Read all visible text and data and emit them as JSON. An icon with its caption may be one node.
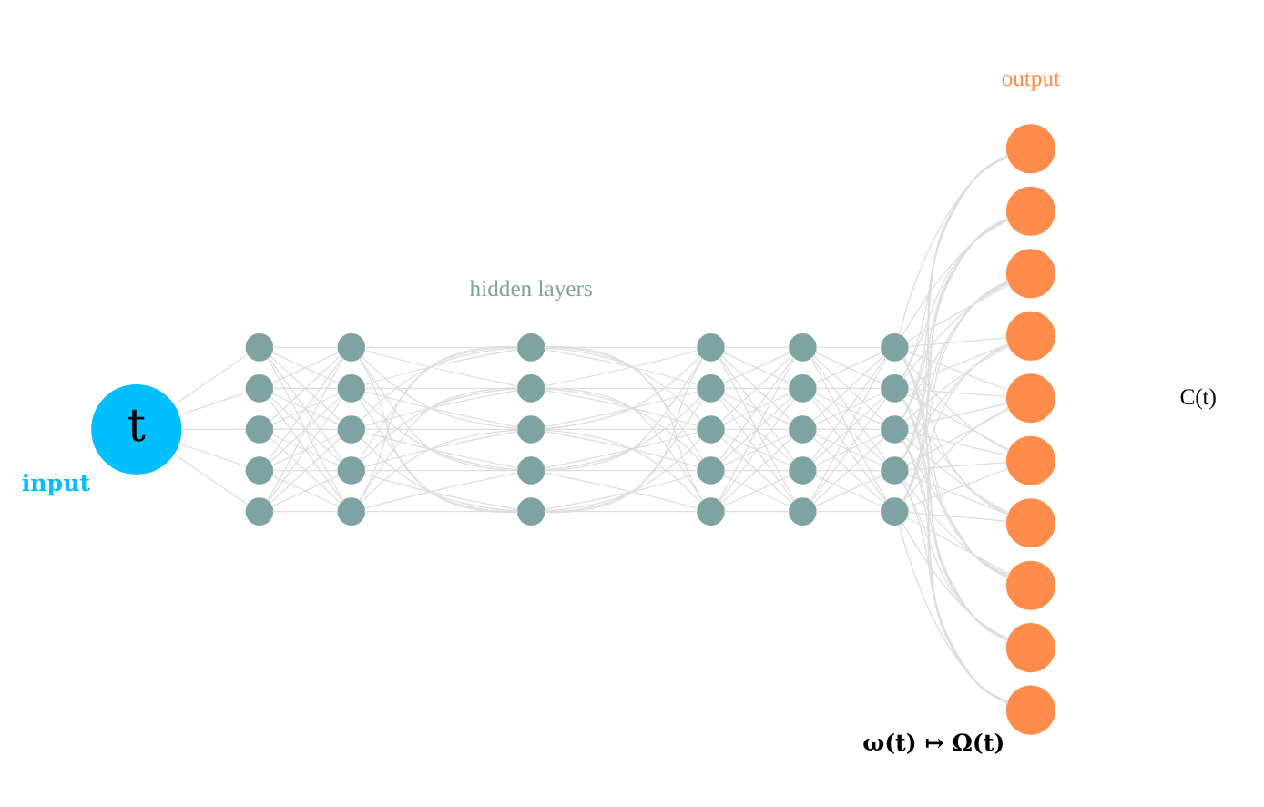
{
  "diagram": {
    "nodes": [
      {
        "text": [
          "t"
        ],
        "beside": [
          "input"
        ]
      },
      {
        "text": [],
        "shape": "circle"
      },
      {
        "text": [],
        "shape": "circle"
      },
      {
        "text": [],
        "shape": "circle"
      },
      {
        "text": [],
        "shape": "circle"
      },
      {
        "text": [],
        "shape": "circle"
      },
      {
        "text": [],
        "shape": "circle"
      },
      {
        "text": [],
        "shape": "circle"
      },
      {
        "text": [],
        "shape": "circle"
      },
      {
        "text": [],
        "shape": "circle"
      },
      {
        "text": [],
        "shape": "circle"
      },
      {
        "text": [],
        "shape": "circle"
      },
      {
        "text": [],
        "shape": "circle"
      },
      {
        "text": [],
        "shape": "circle"
      },
      {
        "text": [],
        "shape": "circle"
      },
      {
        "text": [],
        "shape": "circle"
      },
      {
        "text": [],
        "shape": "circle"
      },
      {
        "text": [],
        "shape": "circle"
      },
      {
        "text": [],
        "shape": "circle"
      },
      {
        "text": [],
        "shape": "circle"
      },
      {
        "text": [],
        "shape": "circle"
      },
      {
        "text": [],
        "shape": "circle"
      },
      {
        "text": [],
        "shape": "circle"
      },
      {
        "text": [],
        "shape": "circle"
      },
      {
        "text": [],
        "shape": "circle"
      },
      {
        "text": [],
        "shape": "circle"
      },
      {
        "text": [],
        "shape": "circle"
      },
      {
        "text": [],
        "shape": "circle"
      },
      {
        "text": [],
        "shape": "circle"
      },
      {
        "text": [],
        "shape": "circle"
      },
      {
        "text": [],
        "shape": "circle"
      },
      {
        "text": [],
        "shape": "circle"
      },
      {
        "text": [],
        "shape": "circle"
      },
      {
        "text": [],
        "shape": "circle"
      },
      {
        "text": [],
        "shape": "circle"
      },
      {
        "text": [],
        "shape": "circle"
      },
      {
        "text": [],
        "shape": "circle"
      },
      {
        "text": [],
        "shape": "circle"
      },
      {
        "text": [],
        "shape": "circle"
      },
      {
        "text": [],
        "shape": "circle"
      },
      {
        "text": [],
        "shape": "circle",
        "beside": [
          "ω(t) ↦ Ω(t)"
        ]
      }
    ],
    "edges": [
      {
        "from": 0,
        "to": 1,
        "arrow": "none"
      },
      {
        "from": 0,
        "to": 2,
        "arrow": "none"
      },
      {
        "from": 0,
        "to": 3,
        "arrow": "none"
      },
      {
        "from": 0,
        "to": 4,
        "arrow": "none"
      },
      {
        "from": 0,
        "to": 5,
        "arrow": "none"
      },
      {
        "from": 1,
        "to": 6,
        "arrow": "none"
      },
      {
        "from": 1,
        "to": 7,
        "arrow": "none"
      },
      {
        "from": 1,
        "to": 8,
        "arrow": "none"
      },
      {
        "from": 1,
        "to": 9,
        "arrow": "none"
      },
      {
        "from": 1,
        "to": 10,
        "arrow": "none"
      },
      {
        "from": 2,
        "to": 6,
        "arrow": "none"
      },
      {
        "from": 2,
        "to": 7,
        "arrow": "none"
      },
      {
        "from": 2,
        "to": 8,
        "arrow": "none"
      },
      {
        "from": 2,
        "to": 9,
        "arrow": "none"
      },
      {
        "from": 2,
        "to": 10,
        "arrow": "none"
      },
      {
        "from": 3,
        "to": 6,
        "arrow": "none"
      },
      {
        "from": 3,
        "to": 7,
        "arrow": "none"
      },
      {
        "from": 3,
        "to": 8,
        "arrow": "none"
      },
      {
        "from": 3,
        "to": 9,
        "arrow": "none"
      },
      {
        "from": 3,
        "to": 10,
        "arrow": "none"
      },
      {
        "from": 4,
        "to": 6,
        "arrow": "none"
      },
      {
        "from": 4,
        "to": 7,
        "arrow": "none"
      },
      {
        "from": 4,
        "to": 8,
        "arrow": "none"
      },
      {
        "from": 4,
        "to": 9,
        "arrow": "none"
      },
      {
        "from": 4,
        "to": 10,
        "arrow": "none"
      },
      {
        "from": 5,
        "to": 6,
        "arrow": "none"
      },
      {
        "from": 5,
        "to": 7,
        "arrow": "none"
      },
      {
        "from": 5,
        "to": 8,
        "arrow": "none"
      },
      {
        "from": 5,
        "to": 9,
        "arrow": "none"
      },
      {
        "from": 5,
        "to": 10,
        "arrow": "none"
      },
      {
        "from": 6,
        "to": 11,
        "arrow": "none"
      },
      {
        "from": 6,
        "to": 12,
        "arrow": "none"
      },
      {
        "from": 6,
        "to": 13,
        "arrow": "none"
      },
      {
        "from": 6,
        "to": 14,
        "arrow": "none"
      },
      {
        "from": 6,
        "to": 15,
        "arrow": "none"
      },
      {
        "from": 7,
        "to": 11,
        "arrow": "none"
      },
      {
        "from": 7,
        "to": 12,
        "arrow": "none"
      },
      {
        "from": 7,
        "to": 13,
        "arrow": "none"
      },
      {
        "from": 7,
        "to": 14,
        "arrow": "none"
      },
      {
        "from": 7,
        "to": 15,
        "arrow": "none"
      },
      {
        "from": 8,
        "to": 11,
        "arrow": "none"
      },
      {
        "from": 8,
        "to": 12,
        "arrow": "none"
      },
      {
        "from": 8,
        "to": 13,
        "arrow": "none"
      },
      {
        "from": 8,
        "to": 14,
        "arrow": "none"
      },
      {
        "from": 8,
        "to": 15,
        "arrow": "none"
      },
      {
        "from": 9,
        "to": 11,
        "arrow": "none"
      },
      {
        "from": 9,
        "to": 12,
        "arrow": "none"
      },
      {
        "from": 9,
        "to": 13,
        "arrow": "none"
      },
      {
        "from": 9,
        "to": 14,
        "arrow": "none"
      },
      {
        "from": 9,
        "to": 15,
        "arrow": "none"
      },
      {
        "from": 10,
        "to": 11,
        "arrow": "none"
      },
      {
        "from": 10,
        "to": 12,
        "arrow": "none"
      },
      {
        "from": 10,
        "to": 13,
        "arrow": "none"
      },
      {
        "from": 10,
        "to": 14,
        "arrow": "none"
      },
      {
        "from": 10,
        "to": 15,
        "arrow": "none"
      },
      {
        "from": 11,
        "to": 16,
        "arrow": "none"
      },
      {
        "from": 11,
        "to": 17,
        "arrow": "none"
      },
      {
        "from": 11,
        "to": 18,
        "arrow": "none"
      },
      {
        "from": 11,
        "to": 19,
        "arrow": "none"
      },
      {
        "from": 11,
        "to": 20,
        "arrow": "none"
      },
      {
        "from": 12,
        "to": 16,
        "arrow": "none"
      },
      {
        "from": 12,
        "to": 17,
        "arrow": "none"
      },
      {
        "from": 12,
        "to": 18,
        "arrow": "none"
      },
      {
        "from": 12,
        "to": 19,
        "arrow": "none"
      },
      {
        "from": 12,
        "to": 20,
        "arrow": "none"
      },
      {
        "from": 13,
        "to": 16,
        "arrow": "none"
      },
      {
        "from": 13,
        "to": 17,
        "arrow": "none"
      },
      {
        "from": 13,
        "to": 18,
        "arrow": "none"
      },
      {
        "from": 13,
        "to": 19,
        "arrow": "none"
      },
      {
        "from": 13,
        "to": 20,
        "arrow": "none"
      },
      {
        "from": 14,
        "to": 16,
        "arrow": "none"
      },
      {
        "from": 14,
        "to": 17,
        "arrow": "none"
      },
      {
        "from": 14,
        "to": 18,
        "arrow": "none"
      },
      {
        "from": 14,
        "to": 19,
        "arrow": "none"
      },
      {
        "from": 14,
        "to": 20,
        "arrow": "none"
      },
      {
        "from": 15,
        "to": 16,
        "arrow": "none"
      },
      {
        "from": 15,
        "to": 17,
        "arrow": "none"
      },
      {
        "from": 15,
        "to": 18,
        "arrow": "none"
      },
      {
        "from": 15,
        "to": 19,
        "arrow": "none"
      },
      {
        "from": 15,
        "to": 20,
        "arrow": "none"
      },
      {
        "from": 16,
        "to": 21,
        "arrow": "none"
      },
      {
        "from": 16,
        "to": 22,
        "arrow": "none"
      },
      {
        "from": 16,
        "to": 23,
        "arrow": "none"
      },
      {
        "from": 16,
        "to": 24,
        "arrow": "none"
      },
      {
        "from": 16,
        "to": 25,
        "arrow": "none"
      },
      {
        "from": 17,
        "to": 21,
        "arrow": "none"
      },
      {
        "from": 17,
        "to": 22,
        "arrow": "none"
      },
      {
        "from": 17,
        "to": 23,
        "arrow": "none"
      },
      {
        "from": 17,
        "to": 24,
        "arrow": "none"
      },
      {
        "from": 17,
        "to": 25,
        "arrow": "none"
      },
      {
        "from": 18,
        "to": 21,
        "arrow": "none"
      },
      {
        "from": 18,
        "to": 22,
        "arrow": "none"
      },
      {
        "from": 18,
        "to": 23,
        "arrow": "none"
      },
      {
        "from": 18,
        "to": 24,
        "arrow": "none"
      },
      {
        "from": 18,
        "to": 25,
        "arrow": "none"
      },
      {
        "from": 19,
        "to": 21,
        "arrow": "none"
      },
      {
        "from": 19,
        "to": 22,
        "arrow": "none"
      },
      {
        "from": 19,
        "to": 23,
        "arrow": "none"
      },
      {
        "from": 19,
        "to": 24,
        "arrow": "none"
      },
      {
        "from": 19,
        "to": 25,
        "arrow": "none"
      },
      {
        "from": 20,
        "to": 21,
        "arrow": "none"
      },
      {
        "from": 20,
        "to": 22,
        "arrow": "none"
      },
      {
        "from": 20,
        "to": 23,
        "arrow": "none"
      },
      {
        "from": 20,
        "to": 24,
        "arrow": "none"
      },
      {
        "from": 20,
        "to": 25,
        "arrow": "none"
      },
      {
        "from": 21,
        "to": 26,
        "arrow": "none"
      },
      {
        "from": 21,
        "to": 27,
        "arrow": "none"
      },
      {
        "from": 21,
        "to": 28,
        "arrow": "none"
      },
      {
        "from": 21,
        "to": 29,
        "arrow": "none"
      },
      {
        "from": 21,
        "to": 30,
        "arrow": "none"
      },
      {
        "from": 22,
        "to": 26,
        "arrow": "none"
      },
      {
        "from": 22,
        "to": 27,
        "arrow": "none"
      },
      {
        "from": 22,
        "to": 28,
        "arrow": "none"
      },
      {
        "from": 22,
        "to": 29,
        "arrow": "none"
      },
      {
        "from": 22,
        "to": 30,
        "arrow": "none"
      },
      {
        "from": 23,
        "to": 26,
        "arrow": "none"
      },
      {
        "from": 23,
        "to": 27,
        "arrow": "none"
      },
      {
        "from": 23,
        "to": 28,
        "arrow": "none"
      },
      {
        "from": 23,
        "to": 29,
        "arrow": "none"
      },
      {
        "from": 23,
        "to": 30,
        "arrow": "none"
      },
      {
        "from": 24,
        "to": 26,
        "arrow": "none"
      },
      {
        "from": 24,
        "to": 27,
        "arrow": "none"
      },
      {
        "from": 24,
        "to": 28,
        "arrow": "none"
      },
      {
        "from": 24,
        "to": 29,
        "arrow": "none"
      },
      {
        "from": 24,
        "to": 30,
        "arrow": "none"
      },
      {
        "from": 25,
        "to": 26,
        "arrow": "none"
      },
      {
        "from": 25,
        "to": 27,
        "arrow": "none"
      },
      {
        "from": 25,
        "to": 28,
        "arrow": "none"
      },
      {
        "from": 25,
        "to": 29,
        "arrow": "none"
      },
      {
        "from": 25,
        "to": 30,
        "arrow": "none"
      },
      {
        "from": 26,
        "to": 31,
        "arrow": "none"
      },
      {
        "from": 26,
        "to": 32,
        "arrow": "none"
      },
      {
        "from": 26,
        "to": 33,
        "arrow": "none"
      },
      {
        "from": 26,
        "to": 34,
        "arrow": "none"
      },
      {
        "from": 26,
        "to": 35,
        "arrow": "none"
      },
      {
        "from": 26,
        "to": 36,
        "arrow": "none"
      },
      {
        "from": 26,
        "to": 37,
        "arrow": "none"
      },
      {
        "from": 26,
        "to": 38,
        "arrow": "none"
      },
      {
        "from": 26,
        "to": 39,
        "arrow": "none"
      },
      {
        "from": 26,
        "to": 40,
        "arrow": "none"
      },
      {
        "from": 27,
        "to": 31,
        "arrow": "none"
      },
      {
        "from": 27,
        "to": 32,
        "arrow": "none"
      },
      {
        "from": 27,
        "to": 33,
        "arrow": "none"
      },
      {
        "from": 27,
        "to": 34,
        "arrow": "none"
      },
      {
        "from": 27,
        "to": 35,
        "arrow": "none"
      },
      {
        "from": 27,
        "to": 36,
        "arrow": "none"
      },
      {
        "from": 27,
        "to": 37,
        "arrow": "none"
      },
      {
        "from": 27,
        "to": 38,
        "arrow": "none"
      },
      {
        "from": 27,
        "to": 39,
        "arrow": "none"
      },
      {
        "from": 27,
        "to": 40,
        "arrow": "none"
      },
      {
        "from": 28,
        "to": 31,
        "arrow": "none"
      },
      {
        "from": 28,
        "to": 32,
        "arrow": "none"
      },
      {
        "from": 28,
        "to": 33,
        "arrow": "none"
      },
      {
        "from": 28,
        "to": 34,
        "arrow": "none"
      },
      {
        "from": 28,
        "to": 35,
        "arrow": "none"
      },
      {
        "from": 28,
        "to": 36,
        "arrow": "none"
      },
      {
        "from": 28,
        "to": 37,
        "arrow": "none"
      },
      {
        "from": 28,
        "to": 38,
        "arrow": "none"
      },
      {
        "from": 28,
        "to": 39,
        "arrow": "none"
      },
      {
        "from": 28,
        "to": 40,
        "arrow": "none"
      },
      {
        "from": 29,
        "to": 31,
        "arrow": "none"
      },
      {
        "from": 29,
        "to": 32,
        "arrow": "none"
      },
      {
        "from": 29,
        "to": 33,
        "arrow": "none"
      },
      {
        "from": 29,
        "to": 34,
        "arrow": "none"
      },
      {
        "from": 29,
        "to": 35,
        "arrow": "none"
      },
      {
        "from": 29,
        "to": 36,
        "arrow": "none"
      },
      {
        "from": 29,
        "to": 37,
        "arrow": "none"
      },
      {
        "from": 29,
        "to": 38,
        "arrow": "none"
      },
      {
        "from": 29,
        "to": 39,
        "arrow": "none"
      },
      {
        "from": 29,
        "to": 40,
        "arrow": "none"
      },
      {
        "from": 30,
        "to": 31,
        "arrow": "none"
      },
      {
        "from": 30,
        "to": 32,
        "arrow": "none"
      },
      {
        "from": 30,
        "to": 33,
        "arrow": "none"
      },
      {
        "from": 30,
        "to": 34,
        "arrow": "none"
      },
      {
        "from": 30,
        "to": 35,
        "arrow": "none"
      },
      {
        "from": 30,
        "to": 36,
        "arrow": "none"
      },
      {
        "from": 30,
        "to": 37,
        "arrow": "none"
      },
      {
        "from": 30,
        "to": 38,
        "arrow": "none"
      },
      {
        "from": 30,
        "to": 39,
        "arrow": "none"
      },
      {
        "from": 30,
        "to": 40,
        "arrow": "none"
      }
    ],
    "labels": [
      "output",
      "hidden layers",
      "C(t)"
    ]
  }
}
